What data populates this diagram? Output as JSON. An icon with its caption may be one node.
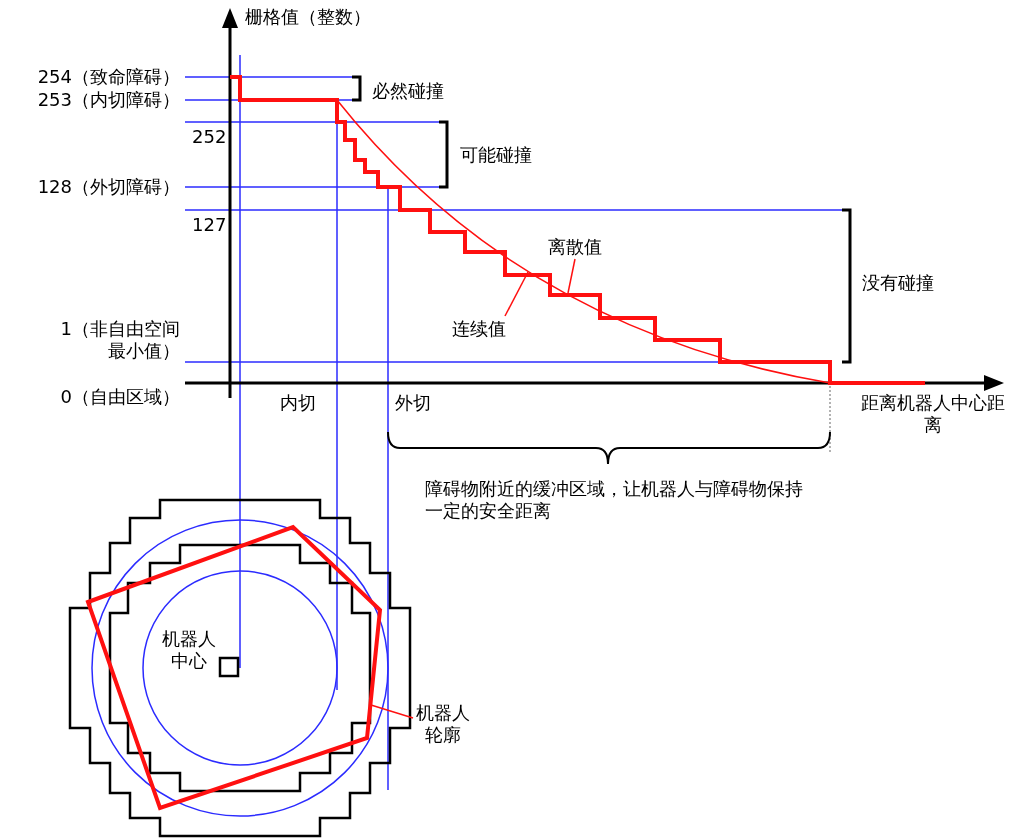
{
  "diagram": {
    "nodes": [
      {
        "text": [
          "离散值"
        ]
      },
      {
        "text": [
          "连续值"
        ]
      },
      {
        "text": [
          "机器人轮廓"
        ]
      }
    ],
    "edges": [
      {
        "from": 0,
        "to": null,
        "arrow": "none"
      },
      {
        "from": 1,
        "to": null,
        "arrow": "none"
      },
      {
        "from": 2,
        "to": null,
        "arrow": "none"
      }
    ],
    "labels": [
      "栅格值（整数）",
      "254（致命障碍）",
      "必然碰撞",
      "253（内切障碍）",
      "252",
      "可能碰撞",
      "128（外切障碍）",
      "127",
      "1（非自由空间最小值）",
      "没有碰撞",
      "0（自由区域）",
      "内切",
      "外切",
      "距离机器人中心距离",
      "障碍物附近的缓冲区域，让机器人与障碍物保持一定的安全距离",
      "机器人中心"
    ]
  }
}
